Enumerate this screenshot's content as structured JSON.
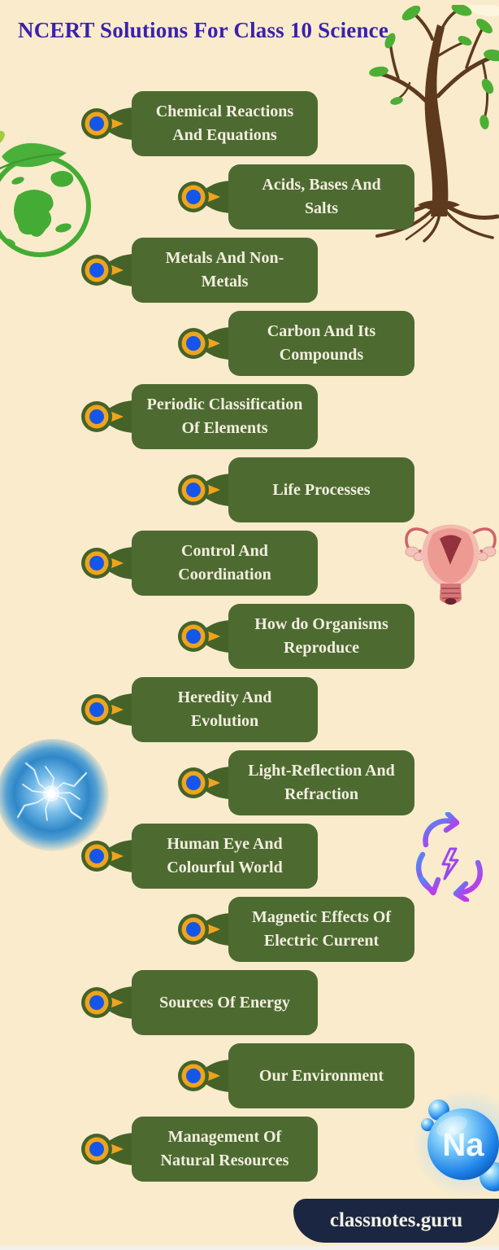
{
  "header": {
    "title": "NCERT Solutions For Class 10 Science"
  },
  "chapters": [
    {
      "label": "Chemical Reactions\nAnd Equations"
    },
    {
      "label": "Acids, Bases And\nSalts"
    },
    {
      "label": "Metals And Non-\nMetals"
    },
    {
      "label": "Carbon And Its\nCompounds"
    },
    {
      "label": "Periodic Classification\nOf Elements"
    },
    {
      "label": "Life Processes"
    },
    {
      "label": "Control And\nCoordination"
    },
    {
      "label": "How do Organisms\nReproduce"
    },
    {
      "label": "Heredity And\nEvolution"
    },
    {
      "label": "Light-Reflection And\nRefraction"
    },
    {
      "label": "Human Eye And\nColourful World"
    },
    {
      "label": "Magnetic Effects Of\nElectric Current"
    },
    {
      "label": "Sources Of Energy"
    },
    {
      "label": "Our Environment"
    },
    {
      "label": "Management Of\nNatural Resources"
    }
  ],
  "footer": {
    "site_label": "classnotes.guru"
  },
  "decorations": {
    "sodium_label": "Na",
    "icons": [
      "earth-with-leaves-icon",
      "tree-with-roots-icon",
      "female-reproductive-system-icon",
      "plasma-energy-ball-icon",
      "recycle-energy-icon",
      "sodium-atom-icon",
      "map-pin-icon"
    ]
  },
  "colors": {
    "background": "#FAEBCC",
    "card_green": "#4D6B31",
    "pin_ring_green": "#456329",
    "pin_gold": "#EFA41D",
    "pin_blue": "#1456E9",
    "title_purple": "#3A22AE",
    "card_text": "#F3EEDF",
    "footer_navy": "#1B2742",
    "leaf_green": "#4CAF34",
    "trunk_brown": "#5D3A1E",
    "sodium_blue": "#1E83E8"
  }
}
